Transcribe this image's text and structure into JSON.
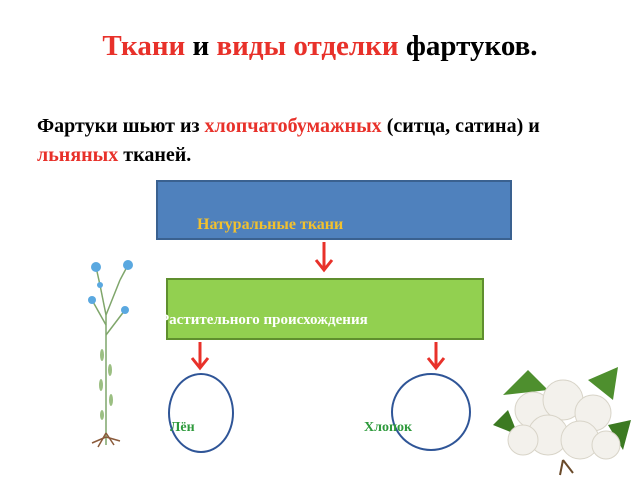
{
  "slide": {
    "title": {
      "part1": "Ткани",
      "part2": " и ",
      "part3": "виды отделки",
      "part4": " фартуков."
    },
    "intro": {
      "part1": "Фартуки шьют из ",
      "part2": "хлопчатобумажных",
      "part3": " (ситца, сатина) и ",
      "part4": "льняных",
      "part5": " тканей."
    },
    "diagram": {
      "top_box": "Натуральные ткани",
      "middle_box": "Растительного происхождения",
      "left_leaf": "Лён",
      "right_leaf": "Хлопок"
    },
    "colors": {
      "accent_red": "#e8312a",
      "box_blue": "#4f81bd",
      "box_green": "#92d050",
      "label_yellow": "#f2c12e",
      "label_green": "#2e9a3c"
    },
    "images": [
      "flax-plant",
      "cotton-boll"
    ]
  }
}
